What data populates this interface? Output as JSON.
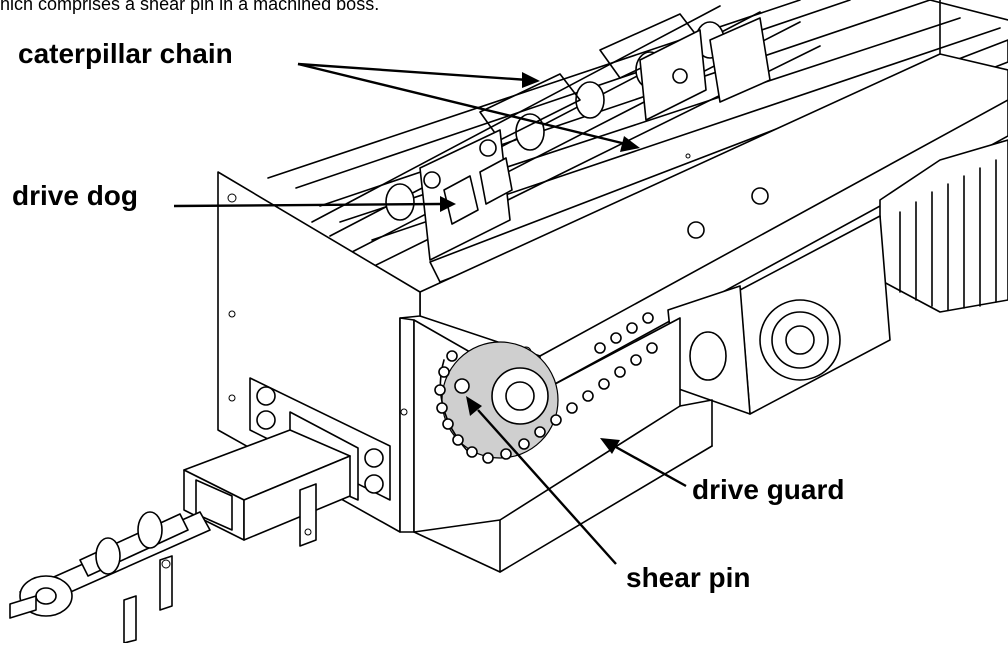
{
  "caption": "hich comprises a shear pin in a machined boss.",
  "labels": {
    "caterpillar_chain": "caterpillar chain",
    "drive_dog": "drive dog",
    "drive_guard": "drive guard",
    "shear_pin": "shear pin"
  },
  "colors": {
    "line": "#000000",
    "background": "#ffffff",
    "sprocket_fill": "#cfcfcf"
  }
}
